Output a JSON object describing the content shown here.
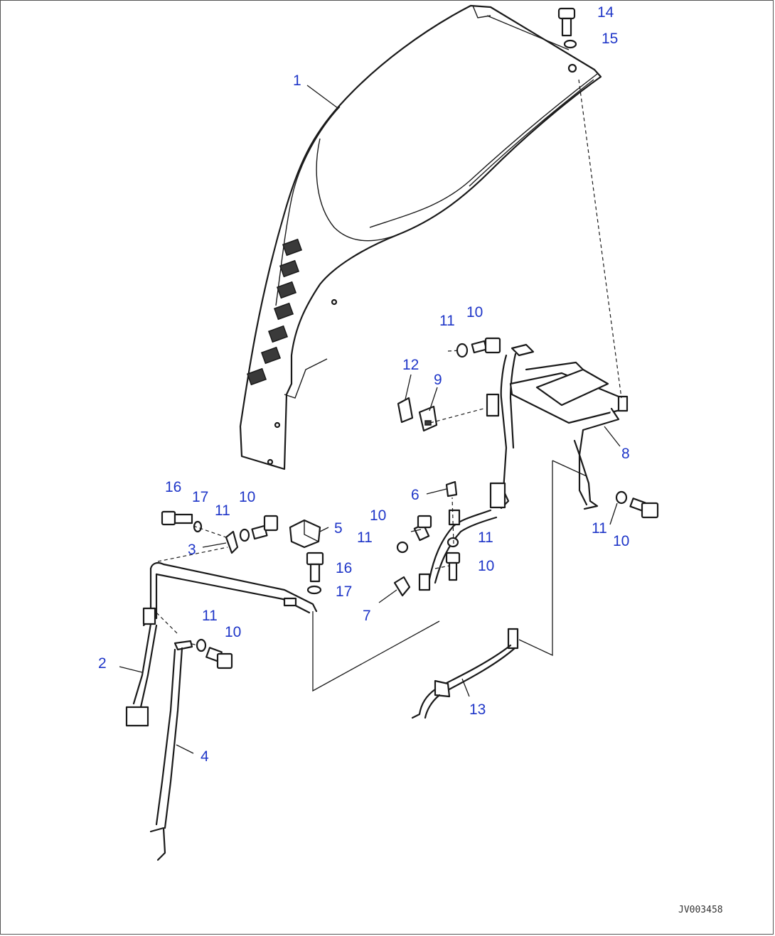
{
  "drawing_number": "JV003458",
  "callouts": [
    {
      "id": "c1",
      "label": "1"
    },
    {
      "id": "c2",
      "label": "2"
    },
    {
      "id": "c3",
      "label": "3"
    },
    {
      "id": "c4",
      "label": "4"
    },
    {
      "id": "c5",
      "label": "5"
    },
    {
      "id": "c6",
      "label": "6"
    },
    {
      "id": "c7",
      "label": "7"
    },
    {
      "id": "c8",
      "label": "8"
    },
    {
      "id": "c9",
      "label": "9"
    },
    {
      "id": "c10a",
      "label": "10"
    },
    {
      "id": "c10b",
      "label": "10"
    },
    {
      "id": "c10c",
      "label": "10"
    },
    {
      "id": "c10d",
      "label": "10"
    },
    {
      "id": "c10e",
      "label": "10"
    },
    {
      "id": "c10f",
      "label": "10"
    },
    {
      "id": "c11a",
      "label": "11"
    },
    {
      "id": "c11b",
      "label": "11"
    },
    {
      "id": "c11c",
      "label": "11"
    },
    {
      "id": "c11d",
      "label": "11"
    },
    {
      "id": "c11e",
      "label": "11"
    },
    {
      "id": "c11f",
      "label": "11"
    },
    {
      "id": "c12",
      "label": "12"
    },
    {
      "id": "c13",
      "label": "13"
    },
    {
      "id": "c14",
      "label": "14"
    },
    {
      "id": "c15",
      "label": "15"
    },
    {
      "id": "c16a",
      "label": "16"
    },
    {
      "id": "c16b",
      "label": "16"
    },
    {
      "id": "c17a",
      "label": "17"
    },
    {
      "id": "c17b",
      "label": "17"
    }
  ]
}
